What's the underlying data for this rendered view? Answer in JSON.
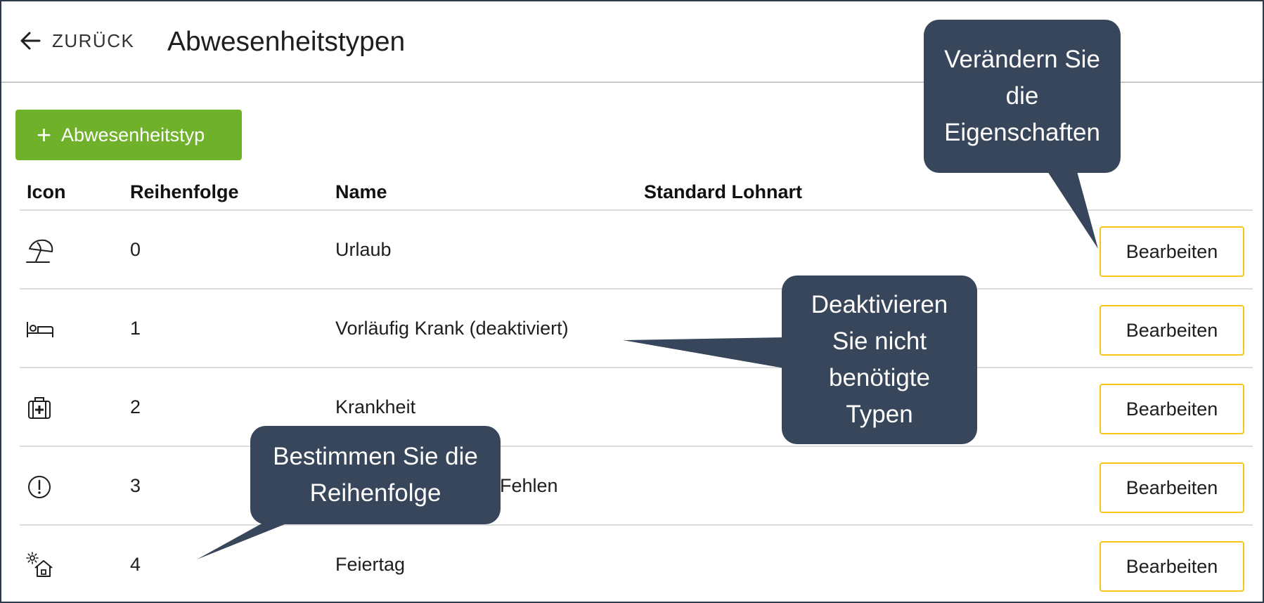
{
  "header": {
    "back_label": "ZURÜCK",
    "title": "Abwesenheitstypen"
  },
  "toolbar": {
    "add_label": "Abwesenheitstyp"
  },
  "table": {
    "columns": [
      "Icon",
      "Reihenfolge",
      "Name",
      "Standard Lohnart"
    ],
    "rows": [
      {
        "icon": "beach-umbrella-icon",
        "order": "0",
        "name": "Urlaub",
        "wage_type": "",
        "edit_label": "Bearbeiten"
      },
      {
        "icon": "bed-icon",
        "order": "1",
        "name": "Vorläufig Krank (deaktiviert)",
        "wage_type": "",
        "edit_label": "Bearbeiten"
      },
      {
        "icon": "first-aid-kit-icon",
        "order": "2",
        "name": "Krankheit",
        "wage_type": "",
        "edit_label": "Bearbeiten"
      },
      {
        "icon": "exclamation-circle-icon",
        "order": "3",
        "name": "Fehlen",
        "wage_type": "",
        "edit_label": "Bearbeiten"
      },
      {
        "icon": "sun-house-icon",
        "order": "4",
        "name": "Feiertag",
        "wage_type": "",
        "edit_label": "Bearbeiten"
      }
    ]
  },
  "callouts": {
    "edit": [
      "Verändern Sie",
      "die",
      "Eigenschaften"
    ],
    "deactivate": [
      "Deaktivieren",
      "Sie nicht",
      "benötigte",
      "Typen"
    ],
    "order": [
      "Bestimmen Sie die",
      "Reihenfolge"
    ]
  },
  "colors": {
    "add_button": "#6fb12a",
    "edit_button_border": "#f5c518",
    "callout_bg": "#37465a"
  }
}
